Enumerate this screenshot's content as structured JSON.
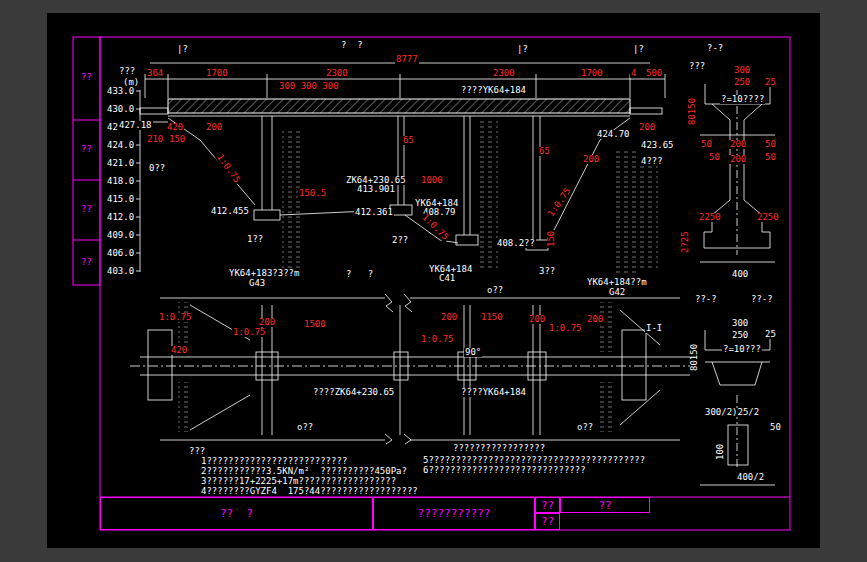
{
  "diagram": {
    "nodes": [
      {
        "text": [
          "??  ?"
        ]
      },
      {
        "text": [
          "???????????"
        ]
      },
      {
        "text": [
          "??"
        ]
      },
      {
        "text": [
          "??"
        ]
      },
      {
        "text": [
          "??"
        ]
      }
    ],
    "labels": [
      "?  ?",
      "|?",
      "|?",
      "|?",
      "8777",
      "364",
      "1700",
      "2300",
      "2300",
      "1700",
      "4",
      "500",
      "300 300 300",
      "????YK64+184",
      "???",
      "(m)",
      "433.0",
      "430.0",
      "427.0",
      "424.0",
      "421.0",
      "418.0",
      "415.0",
      "412.0",
      "409.0",
      "406.0",
      "403.0",
      "??",
      "??",
      "??",
      "??",
      "427.18",
      "420",
      "210",
      "150",
      "200",
      "0??",
      "1:0.75",
      "412.455",
      "1??",
      "YK64+183?3??m",
      "G43",
      "ZK64+230.65",
      "413.901",
      "150.5",
      "412.361",
      "1000",
      "65",
      "YK64+184",
      "408.79",
      "2??",
      "1:0.75",
      "YK64+184",
      "C41",
      "65",
      "1:0.75",
      "408.2??",
      "150",
      "3??",
      "YK64+184??m",
      "G42",
      "424.70",
      "423.65",
      "4???",
      "200",
      "200",
      "?   ?",
      "o??",
      "1:0.75",
      "1:0.75",
      "200",
      "1500",
      "200",
      "1150",
      "200",
      "1:0.75",
      "200",
      "1:0.75",
      "420",
      "90°",
      "????ZK64+230.65",
      "????YK64+184",
      "o??",
      "o??",
      "?-?",
      "???",
      "300",
      "250",
      "25",
      "?=10????",
      "80150",
      "50",
      "200",
      "50",
      "50",
      "200",
      "50",
      "2250",
      "2250",
      "2?25",
      "400",
      "??-?",
      "??-?",
      "300",
      "250",
      "25",
      "?=10???",
      "80150",
      "300/2)25/2",
      "50",
      "100",
      "400/2",
      "???",
      "1??????????????????????????",
      "2???????????3.5KN/m²  ??????????450Pa?",
      "3??????17+2225+17m??????????????????",
      "4????????GYZF4  175?44??????????????????",
      "?????????????????",
      "5????????????????????????????????????????",
      "6?????????????????????????????",
      "I-I"
    ]
  }
}
